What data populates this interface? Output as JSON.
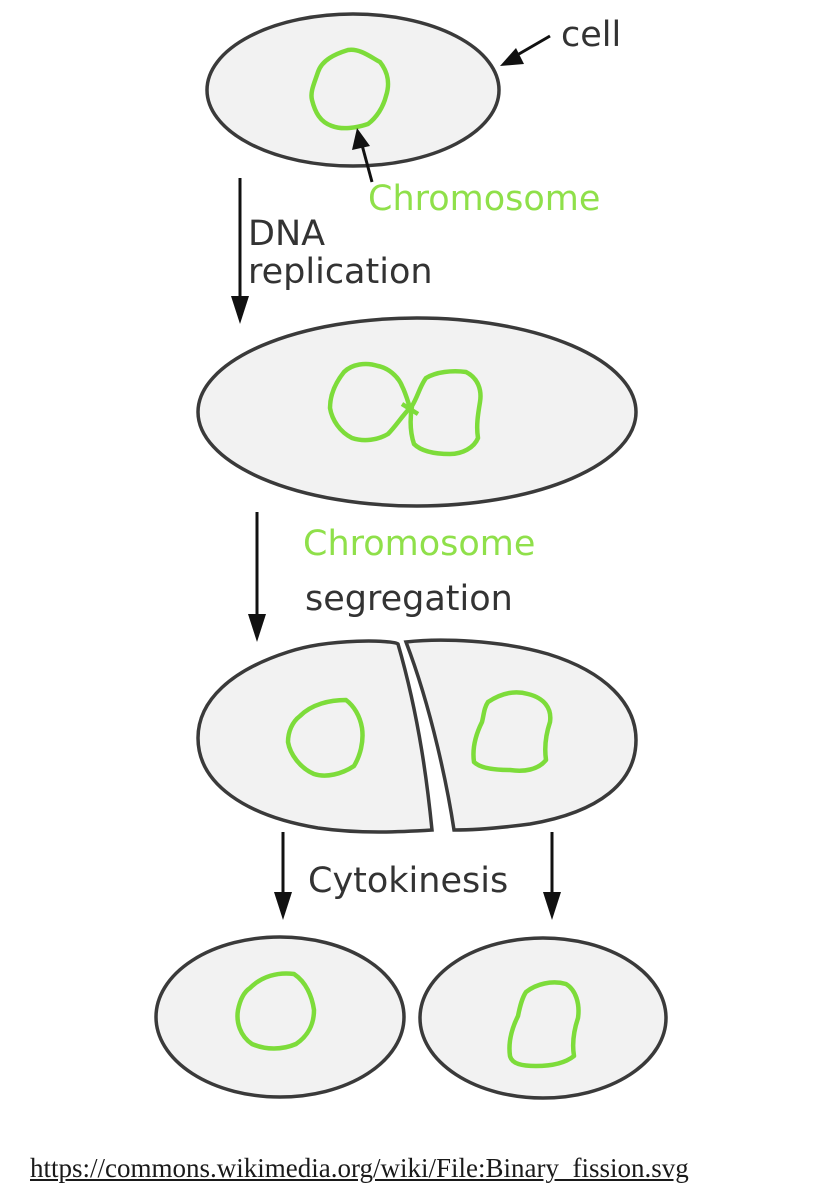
{
  "labels": {
    "cell": "cell",
    "chromosome_1": "Chromosome",
    "dna_line1": "DNA",
    "dna_line2": "replication",
    "seg_line1": "Chromosome",
    "seg_line2": "segregation",
    "cytokinesis": "Cytokinesis"
  },
  "source": {
    "url_text": "https://commons.wikimedia.org/wiki/File:Binary_fission.svg"
  },
  "colors": {
    "chromosome": "#7ddc3a",
    "chromosome_label": "#8fe04a",
    "cell_fill": "#f2f2f2",
    "cell_outline": "#3a3a3a",
    "text": "#333333"
  }
}
